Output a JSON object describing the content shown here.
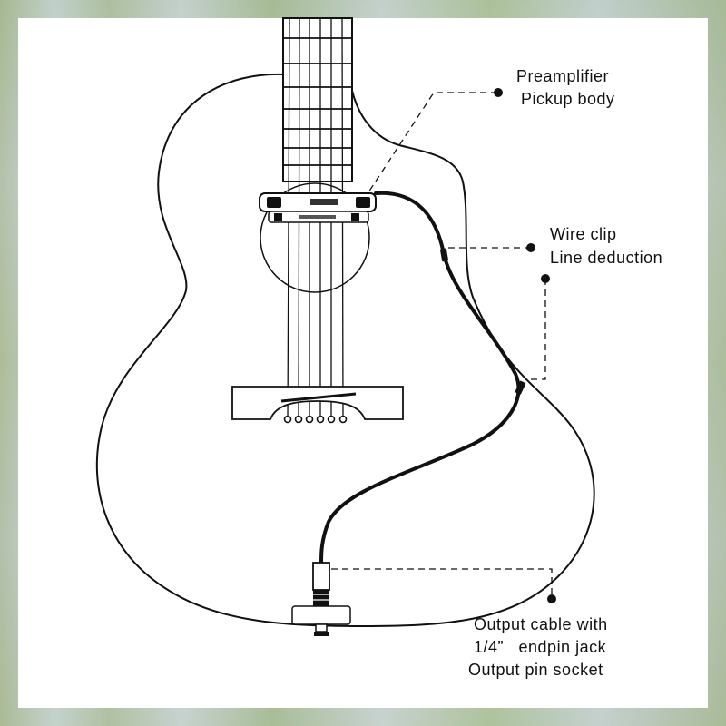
{
  "labels": {
    "preamp_line1": "Preamplifier",
    "preamp_line2": "Pickup body",
    "clip_line1": "Wire clip",
    "clip_line2": "Line deduction",
    "output_line1": "Output cable with",
    "output_line2": "1/4”   endpin jack",
    "output_line3": "Output pin socket"
  },
  "colors": {
    "line": "#111111",
    "background_panel": "#ffffff"
  },
  "icons": [
    "guitar-outline",
    "pickup-preamp",
    "wire-clip",
    "endpin-jack"
  ]
}
